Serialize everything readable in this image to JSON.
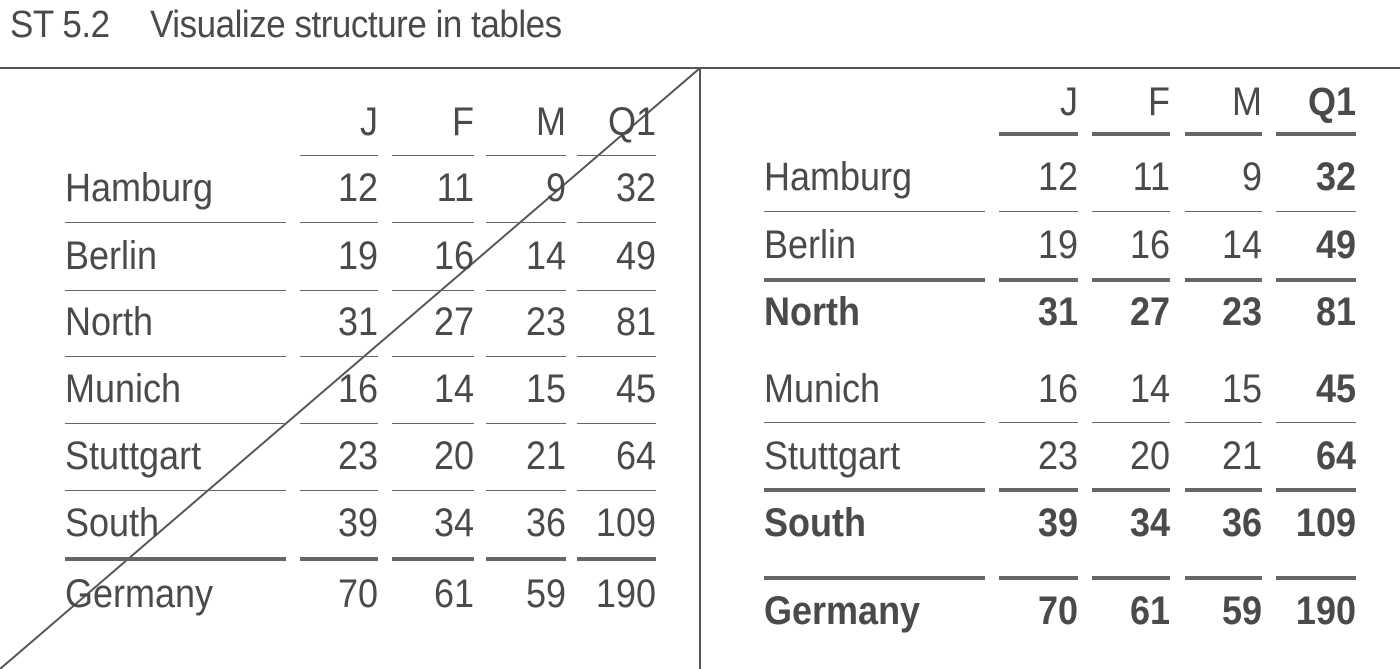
{
  "title": {
    "number": "ST 5.2",
    "text": "Visualize structure in tables"
  },
  "columns": [
    "J",
    "F",
    "M",
    "Q1"
  ],
  "left_table": {
    "style": "wrong",
    "rows": [
      {
        "label": "Hamburg",
        "values": [
          "12",
          "11",
          "9",
          "32"
        ]
      },
      {
        "label": "Berlin",
        "values": [
          "19",
          "16",
          "14",
          "49"
        ]
      },
      {
        "label": "North",
        "values": [
          "31",
          "27",
          "23",
          "81"
        ]
      },
      {
        "label": "Munich",
        "values": [
          "16",
          "14",
          "15",
          "45"
        ]
      },
      {
        "label": "Stuttgart",
        "values": [
          "23",
          "20",
          "21",
          "64"
        ]
      },
      {
        "label": "South",
        "values": [
          "39",
          "34",
          "36",
          "109"
        ]
      },
      {
        "label": "Germany",
        "values": [
          "70",
          "61",
          "59",
          "190"
        ]
      }
    ]
  },
  "right_table": {
    "style": "correct",
    "rows": [
      {
        "label": "Hamburg",
        "values": [
          "12",
          "11",
          "9",
          "32"
        ],
        "bold": false
      },
      {
        "label": "Berlin",
        "values": [
          "19",
          "16",
          "14",
          "49"
        ],
        "bold": false
      },
      {
        "label": "North",
        "values": [
          "31",
          "27",
          "23",
          "81"
        ],
        "bold": true
      },
      {
        "label": "Munich",
        "values": [
          "16",
          "14",
          "15",
          "45"
        ],
        "bold": false
      },
      {
        "label": "Stuttgart",
        "values": [
          "23",
          "20",
          "21",
          "64"
        ],
        "bold": false
      },
      {
        "label": "South",
        "values": [
          "39",
          "34",
          "36",
          "109"
        ],
        "bold": true
      },
      {
        "label": "Germany",
        "values": [
          "70",
          "61",
          "59",
          "190"
        ],
        "bold": true
      }
    ]
  },
  "colors": {
    "text": "#4a4a4c",
    "rule": "#666666"
  }
}
